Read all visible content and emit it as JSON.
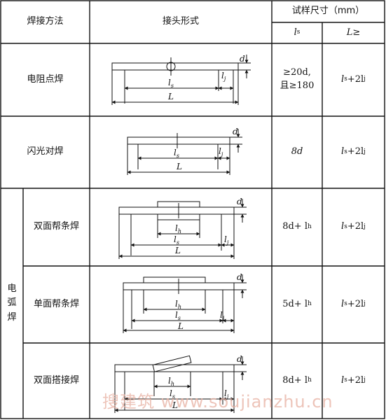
{
  "header": {
    "method": "焊接方法",
    "joint": "接头形式",
    "sample_size": "试样尺寸（mm）",
    "ls_main": "l",
    "ls_sub": "s",
    "L_ge": "L≥"
  },
  "group_label": [
    "电",
    "弧",
    "焊"
  ],
  "rows": [
    {
      "method": "电阻点焊",
      "ls_line1": "≥20d,",
      "ls_line2": "且≥180",
      "L_main": "l",
      "L_sub1": "s",
      "L_plus": "+2l",
      "L_sub2": "j"
    },
    {
      "method": "闪光对焊",
      "ls_line1": "8d",
      "ls_line2": "",
      "L_main": "l",
      "L_sub1": "s",
      "L_plus": "+2l",
      "L_sub2": "j"
    },
    {
      "method": "双面帮条焊",
      "ls_line1": "8d+ l",
      "ls_line1_sub": "h",
      "ls_line2": "",
      "L_main": "l",
      "L_sub1": "s",
      "L_plus": "+2l",
      "L_sub2": "j"
    },
    {
      "method": "单面帮条焊",
      "ls_line1": "5d+ l",
      "ls_line1_sub": "h",
      "ls_line2": "",
      "L_main": "l",
      "L_sub1": "s",
      "L_plus": "+2l",
      "L_sub2": "j"
    },
    {
      "method": "双面搭接焊",
      "ls_line1": "8d+ l",
      "ls_line1_sub": "h",
      "ls_line2": "",
      "L_main": "l",
      "L_sub1": "s",
      "L_plus": "+2l",
      "L_sub2": "j"
    }
  ],
  "diagram_labels": {
    "d": "d",
    "ls": "l",
    "ls_sub": "s",
    "lj": "l",
    "lj_sub": "j",
    "lh": "l",
    "lh_sub": "h",
    "L": "L"
  },
  "watermark": "搜建筑 www.soujianzhu.cn"
}
